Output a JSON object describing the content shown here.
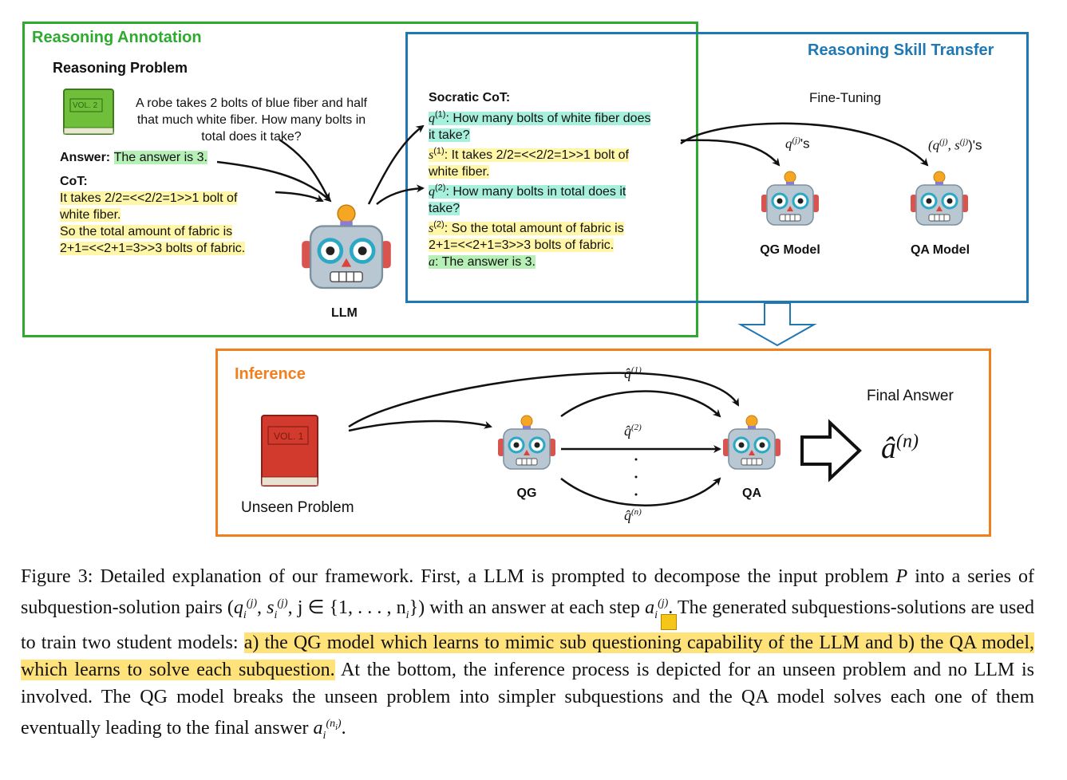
{
  "reasoning_annotation": {
    "title": "Reasoning Annotation",
    "problem_heading": "Reasoning Problem",
    "problem_text_l1": "A robe takes 2 bolts of blue fiber and half",
    "problem_text_l2": "that much white fiber.  How many bolts in",
    "problem_text_l3": "total does it take?",
    "book_label": "VOL. 2",
    "answer_label": "Answer",
    "answer_text": "The answer is 3.",
    "cot_label": "CoT",
    "cot_l1": "It takes 2/2=<<2/2=1>>1 bolt of",
    "cot_l2": "white fiber.",
    "cot_l3": "So the total amount of fabric is",
    "cot_l4": "2+1=<<2+1=3>>3 bolts of fabric.",
    "llm_label": "LLM"
  },
  "socratic_cot": {
    "heading": "Socratic CoT:",
    "q1_sym": "q",
    "q1_sup": "(1)",
    "q1_l1": ": How many bolts of white fiber does",
    "q1_l2": "it take?",
    "s1_sym": "s",
    "s1_sup": "(1)",
    "s1_l1": ": It takes 2/2=<<2/2=1>>1 bolt of",
    "s1_l2": "white fiber.",
    "q2_sym": "q",
    "q2_sup": "(2)",
    "q2_l1": ": How many bolts in total does it",
    "q2_l2": "take?",
    "s2_sym": "s",
    "s2_sup": "(2)",
    "s2_l1": ": So the total amount of fabric is",
    "s2_l2": "2+1=<<2+1=3>>3 bolts of fabric.",
    "a_sym": "a",
    "a_text": ": The answer is 3."
  },
  "skill_transfer": {
    "title": "Reasoning Skill Transfer",
    "fine_tuning": "Fine-Tuning",
    "qg_arrow_label": "q",
    "qg_arrow_sup": "(j)",
    "qg_arrow_suffix": "'s",
    "qa_arrow_label": "(q",
    "qa_arrow_sup1": "(j)",
    "qa_arrow_mid": ", s",
    "qa_arrow_sup2": "(j)",
    "qa_arrow_suffix": ")'s",
    "qg_model": "QG Model",
    "qa_model": "QA Model"
  },
  "inference": {
    "title": "Inference",
    "book_label": "VOL. 1",
    "unseen_problem": "Unseen Problem",
    "qg": "QG",
    "qa": "QA",
    "q1_hat": "q̂",
    "q1_sup": "(1)",
    "q2_hat": "q̂",
    "q2_sup": "(2)",
    "qn_hat": "q̂",
    "qn_sup": "(n)",
    "final_answer": "Final Answer",
    "a_hat": "â",
    "a_sup": "(n)"
  },
  "caption": {
    "p1": "Figure 3:  Detailed explanation of our framework.  First, a LLM is prompted to decompose the input problem ",
    "P": "P",
    "p2": " into a series of subquestion-solution pairs (",
    "math1": "q",
    "sub_i": "i",
    "sup_j": "(j)",
    "comma": ", ",
    "math2": "s",
    "p3": ", j ∈ {1, . . . , n",
    "p4": "}) with an answer at each step ",
    "math3": "a",
    "p5": ".  The generated subquestions-solutions are used to train two student models: ",
    "hl": "a) the QG model which learns to mimic sub questioning capability of the LLM and b) the QA model, which learns to solve each subquestion.",
    "p6": "  At the bottom, the inference process is depicted for an unseen problem and no LLM is involved. The QG model breaks the unseen problem into simpler subquestions and the QA model solves each one of them eventually leading to the final answer ",
    "math4": "a",
    "sup_ni": "(n",
    "sup_ni_close": ")",
    "end": "."
  },
  "colors": {
    "green": "#2eaa2e",
    "blue": "#1f77b4",
    "orange": "#f07f1e",
    "yellow_highlight": "#fff6a8",
    "green_highlight": "#b6f0b6",
    "cyan_highlight": "#a6f0dc"
  }
}
